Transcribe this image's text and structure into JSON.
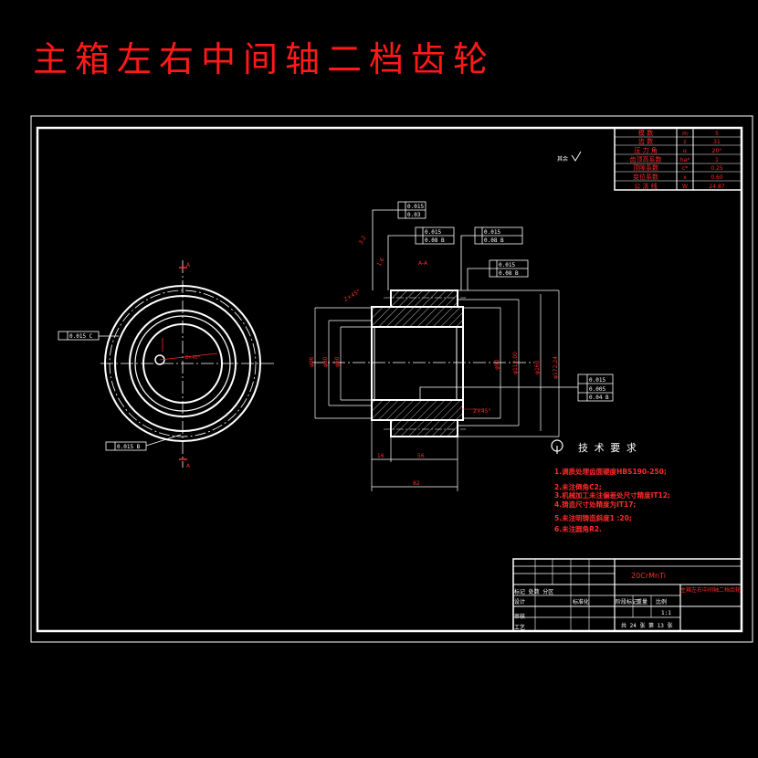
{
  "title": "主箱左右中间轴二档齿轮",
  "tech_req": {
    "heading": "技 术 要 求",
    "items": [
      "1.调质处理齿面硬度HBS190-250;",
      "2.未注倒角C2;",
      "3.机械加工未注偏差处尺寸精度IT12;",
      "4.铸造尺寸处精度为IT17;",
      "5.未注明铸造斜度1 :20;",
      "6.未注圆角R2."
    ]
  },
  "param_table": {
    "rows": [
      {
        "name": "模 数",
        "sym": "m",
        "val": "5"
      },
      {
        "name": "齿 数",
        "sym": "z",
        "val": "31"
      },
      {
        "name": "压 力 角",
        "sym": "α",
        "val": "20°"
      },
      {
        "name": "齿顶高系数",
        "sym": "ha*",
        "val": "1"
      },
      {
        "name": "顶隙系数",
        "sym": "c*",
        "val": "0.25"
      },
      {
        "name": "变位系数",
        "sym": "x",
        "val": "0.60"
      },
      {
        "name": "公 法 线",
        "sym": "W",
        "val": "24.87"
      }
    ]
  },
  "title_block": {
    "material": "20CrMnTi",
    "drawing_name": "主箱左右中间轴二档齿轮",
    "scale_label": "比例",
    "sheet_info": "共 24 张 第 13 张",
    "stage_label": "阶段标记",
    "weight_label": "重量",
    "scale_value": "1:1",
    "marked_label": "标记 处数 分区",
    "design_label": "设计",
    "std_label": "标准化",
    "review_label": "审核",
    "craft_label": "工艺"
  },
  "annotations": {
    "roughness_other": "其余",
    "datum_a": "A",
    "tol_circle_c": "0.015 C",
    "tol_runout_b": "0.015 B",
    "tol_top1": "0.015",
    "tol_top2": "0.03",
    "tol_mid1": "0.015",
    "tol_mid1b": "0.08 B",
    "tol_mid2": "0.015",
    "tol_mid2b": "0.08 B",
    "tol_mid3": "0.015",
    "tol_mid3b": "0.08 B",
    "tol_right1": "0.015",
    "tol_right2": "0.005",
    "tol_right3": "0.04 B",
    "dim_phi172": "φ172.24",
    "dim_phi160": "φ160",
    "dim_phi96": "φ96",
    "dim_phi90": "φ90",
    "dim_phi80": "φ80",
    "dim_phi60": "φ60",
    "dim_phi112": "φ112.00",
    "dim_16": "16",
    "dim_56": "56",
    "dim_82": "82",
    "chamfer": "2×45°",
    "a_a": "A-A"
  },
  "colors": {
    "red": "#ff2a2a",
    "line": "#ffffff",
    "bg": "#000000"
  }
}
